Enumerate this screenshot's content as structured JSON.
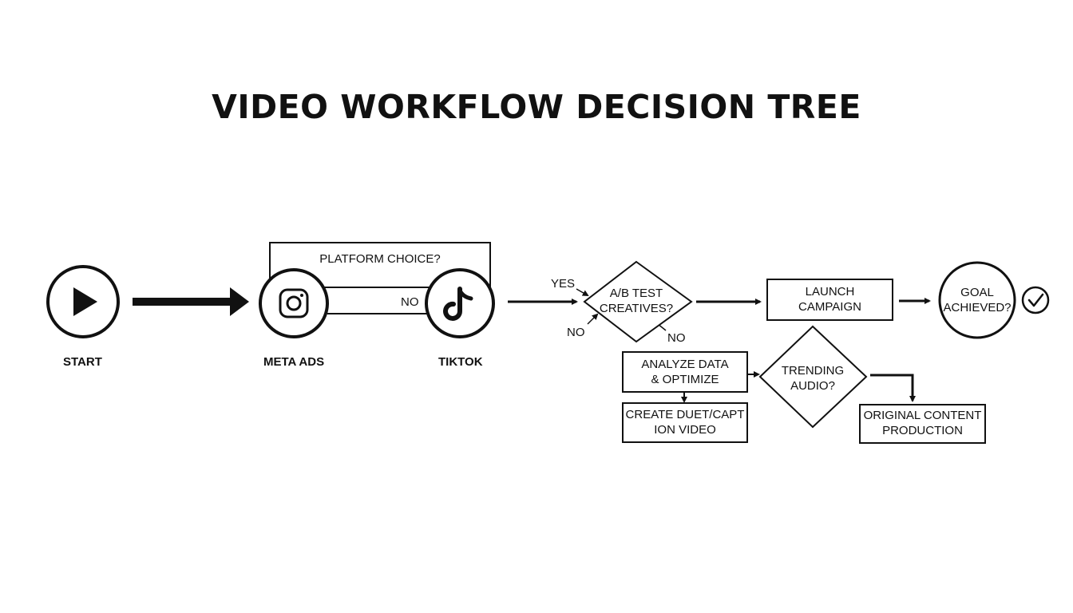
{
  "title": "VIDEO WORKFLOW DECISION TREE",
  "nodes": {
    "start": "START",
    "meta_ads": "META ADS",
    "tiktok": "TIKTOK",
    "platform_choice": "PLATFORM CHOICE?",
    "ab_test_line1": "A/B TEST",
    "ab_test_line2": "CREATIVES?",
    "launch_line1": "LAUNCH",
    "launch_line2": "CAMPAIGN",
    "goal_line1": "GOAL",
    "goal_line2": "ACHIEVED?",
    "analyze_line1": "ANALYZE DATA",
    "analyze_line2": "& OPTIMIZE",
    "trending_line1": "TRENDING",
    "trending_line2": "AUDIO?",
    "duet_line1": "CREATE DUET/CAPT",
    "duet_line2": "ION VIDEO",
    "original_line1": "ORIGINAL CONTENT",
    "original_line2": "PRODUCTION"
  },
  "edges": {
    "no_platform": "NO",
    "yes_ab": "YES",
    "no_ab_left": "NO",
    "no_ab_right": "NO"
  },
  "icons": [
    "play-icon",
    "instagram-icon",
    "tiktok-icon",
    "checkmark-icon"
  ]
}
